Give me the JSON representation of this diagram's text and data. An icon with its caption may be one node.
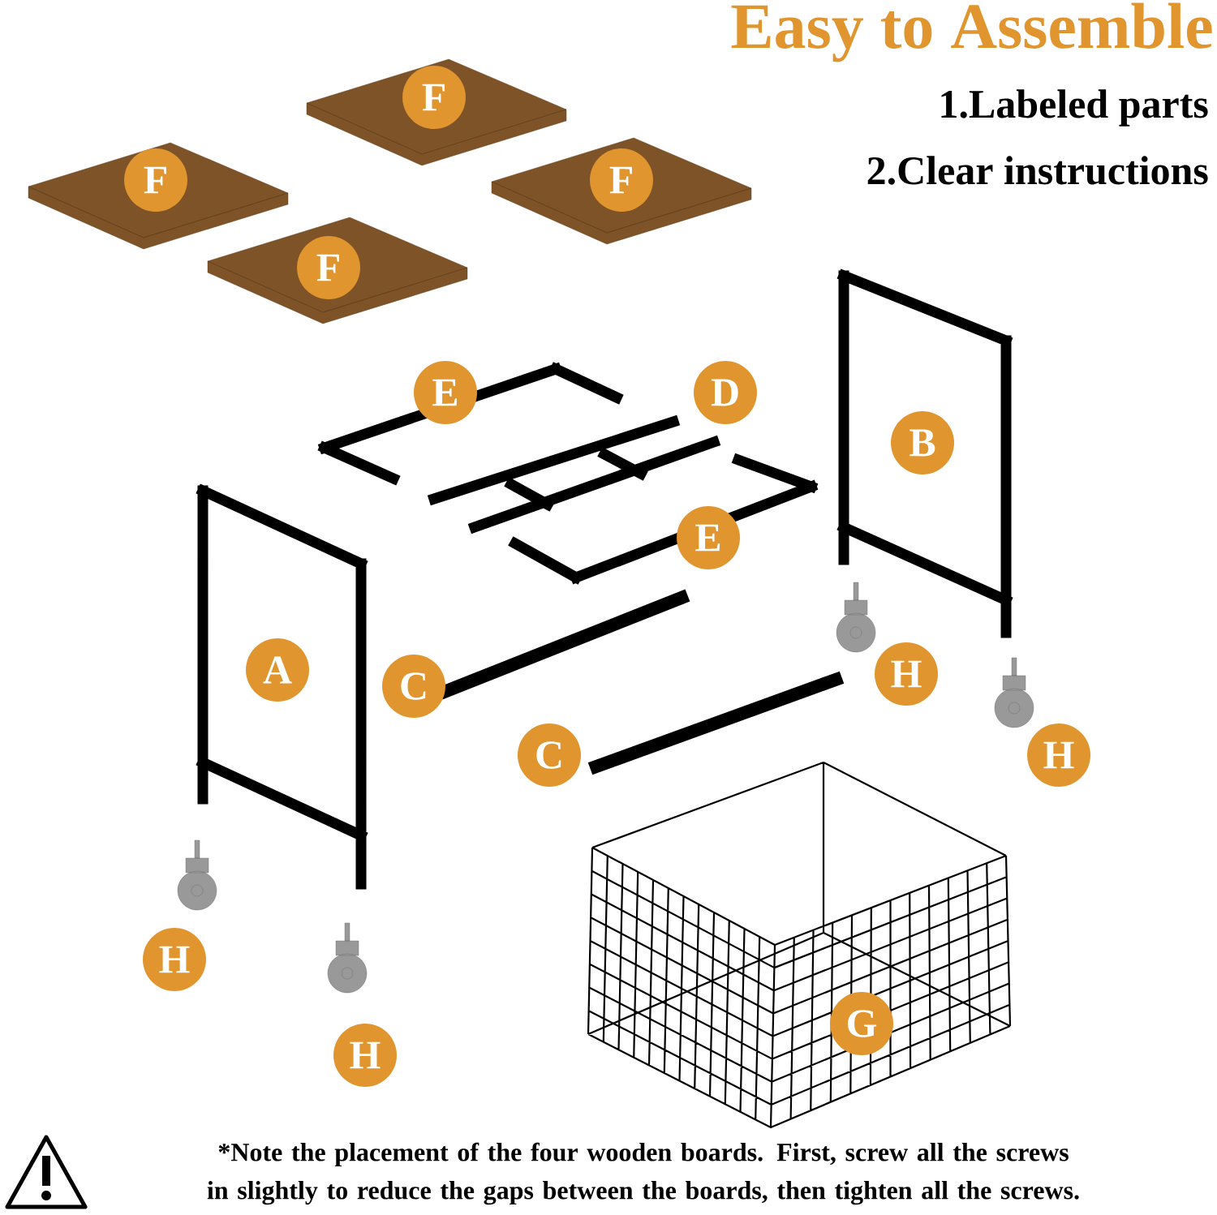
{
  "diagram": {
    "title": "Easy to Assemble",
    "caption": "*Note the placement of the four wooden boards. First, screw all the screws in slightly to reduce the gaps between the boards, then tighten all the screws.",
    "nodes": [
      {
        "text": [
          "F"
        ]
      },
      {
        "text": [
          "F"
        ]
      },
      {
        "text": [
          "F"
        ]
      },
      {
        "text": [
          "F"
        ]
      },
      {
        "text": [
          "E"
        ]
      },
      {
        "text": [
          "D"
        ]
      },
      {
        "text": [
          "B"
        ]
      },
      {
        "text": [
          "E"
        ]
      },
      {
        "text": [
          "A"
        ]
      },
      {
        "text": [
          "C"
        ]
      },
      {
        "text": [
          "H"
        ]
      },
      {
        "text": [
          "C"
        ]
      },
      {
        "text": [
          "H"
        ]
      },
      {
        "text": [
          "H"
        ]
      },
      {
        "text": [
          "G"
        ]
      },
      {
        "text": [
          "H"
        ]
      }
    ],
    "labels": [
      "1.Labeled parts",
      "2.Clear instructions"
    ]
  }
}
